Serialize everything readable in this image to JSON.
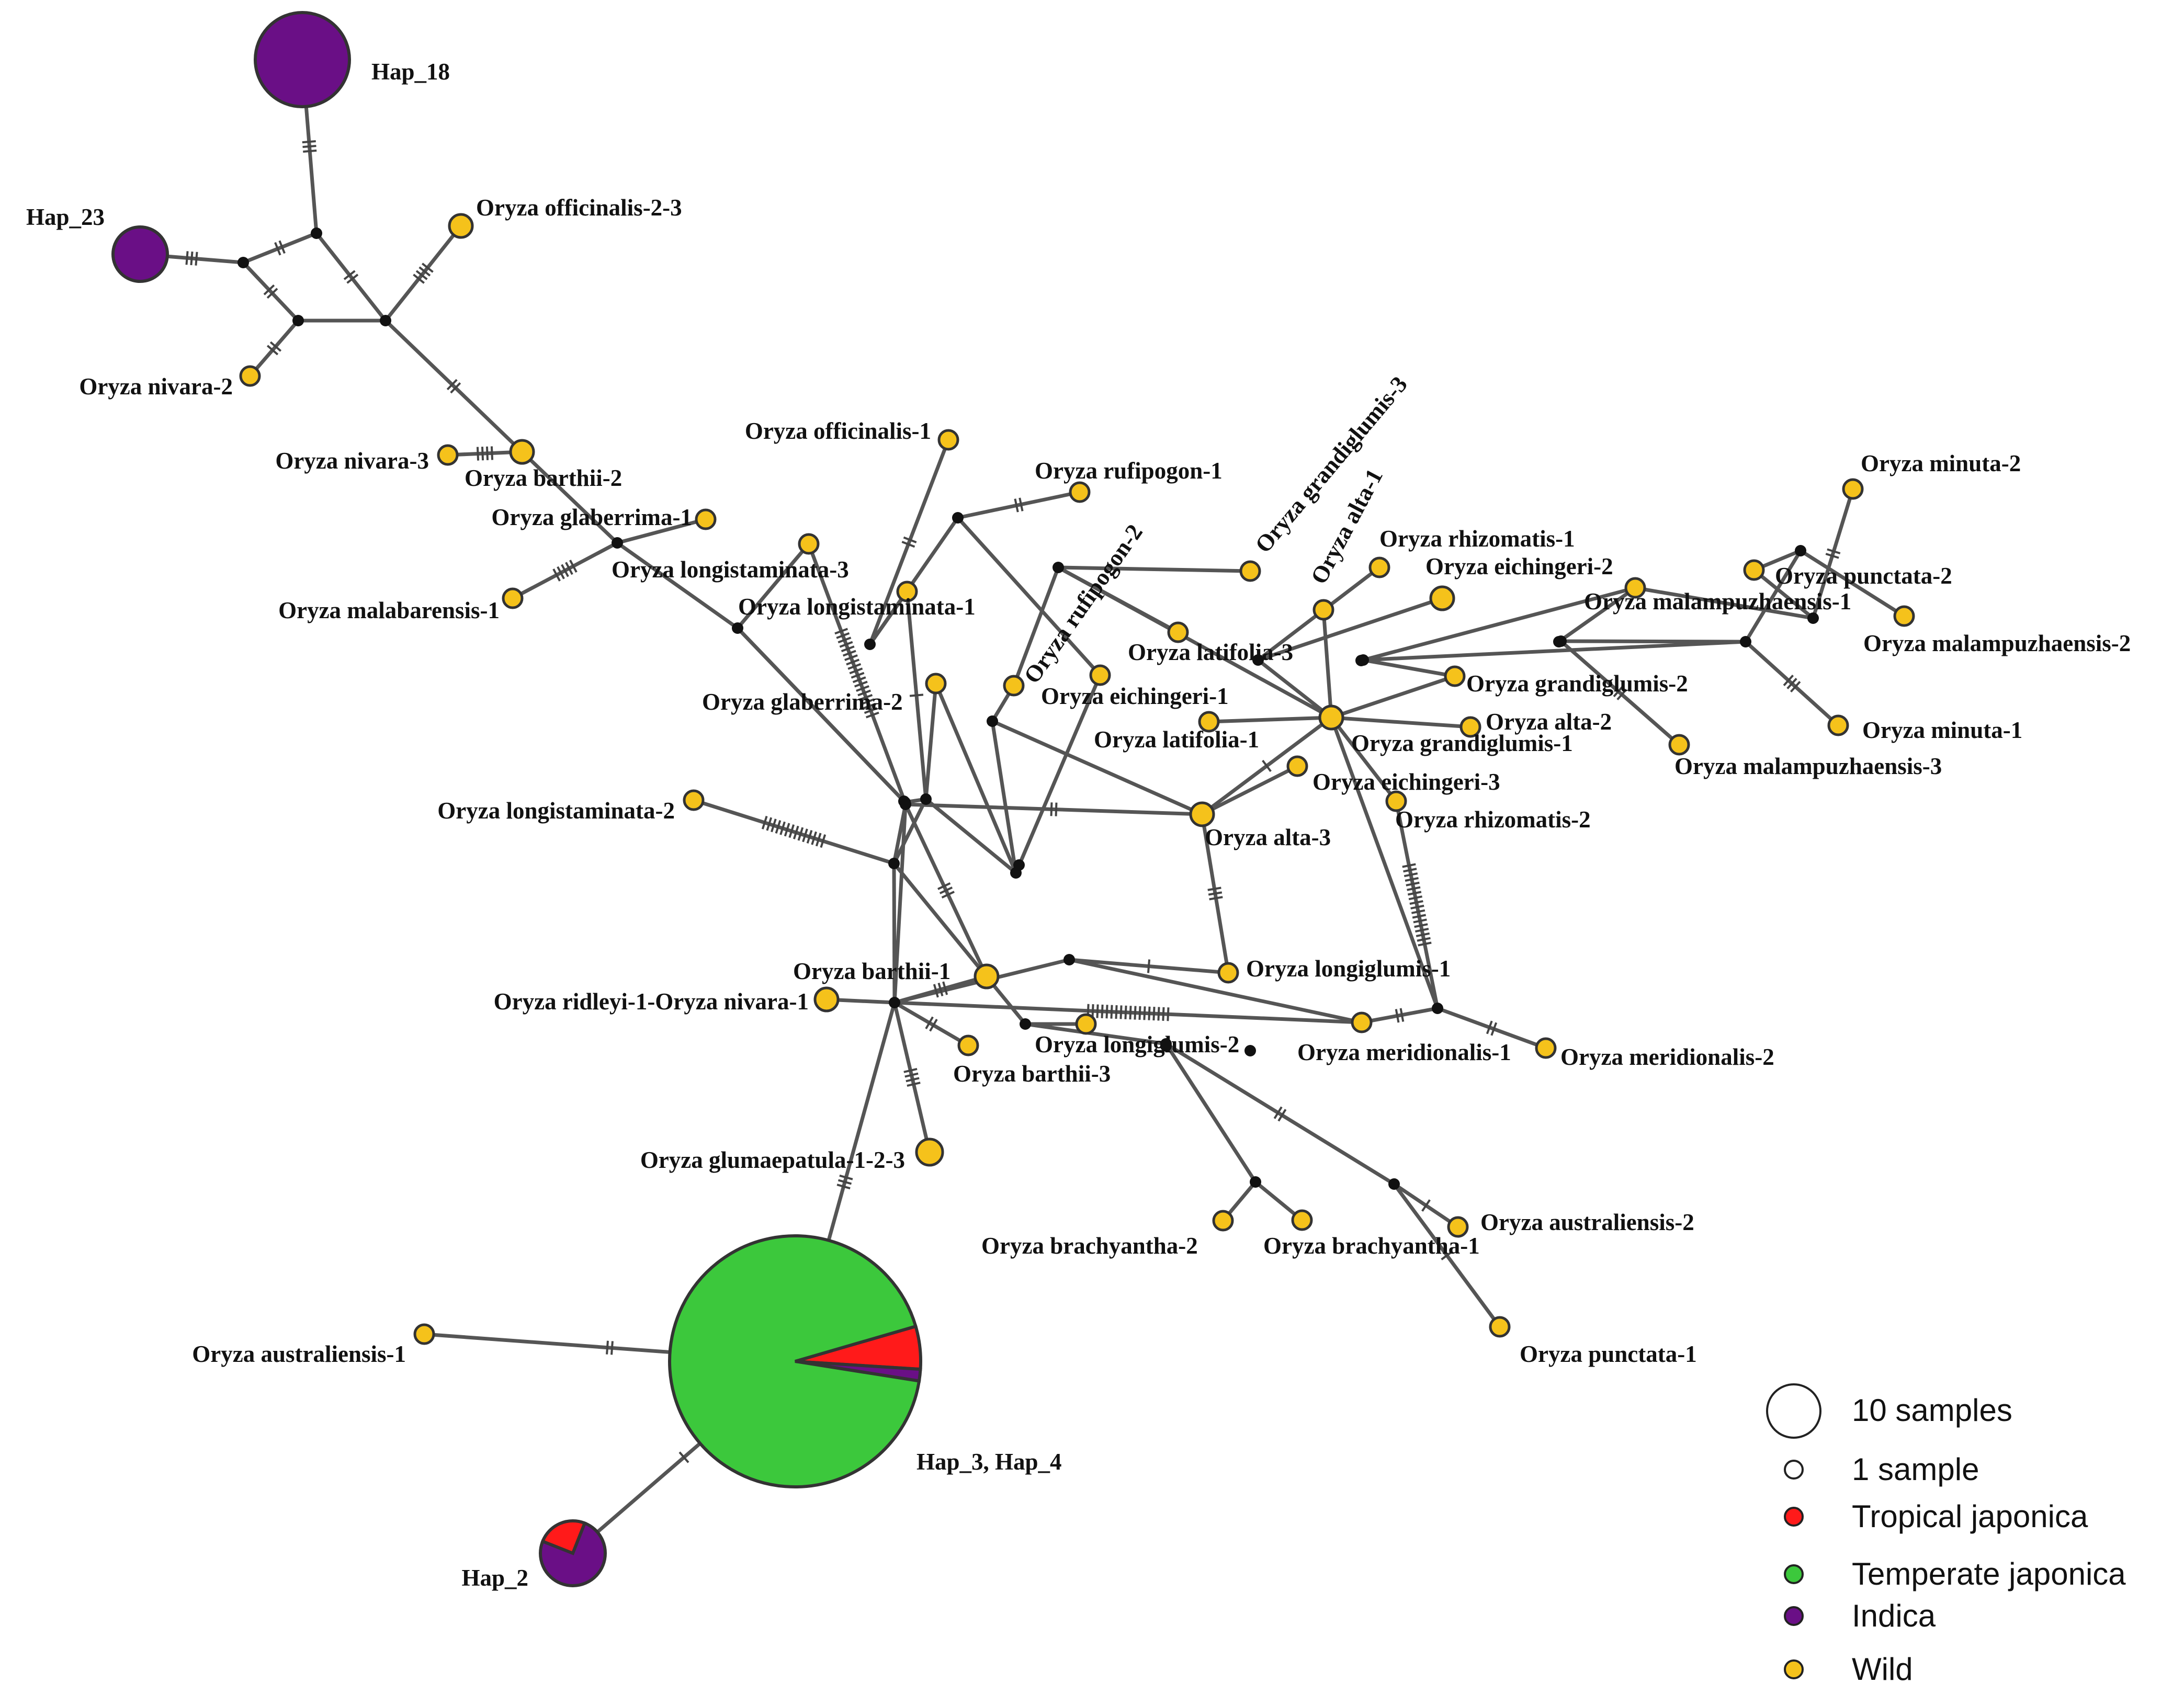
{
  "colors": {
    "tropical_japonica": "#ff1a1a",
    "temperate_japonica": "#3cc83c",
    "indica": "#6a0f86",
    "wild": "#f5c21b",
    "junction": "#111111",
    "edge": "#555555"
  },
  "haplotypes": [
    {
      "id": "hap18",
      "label": "Hap_18",
      "composition": [
        {
          "group": "indica",
          "fraction": 1
        }
      ]
    },
    {
      "id": "hap23",
      "label": "Hap_23",
      "composition": [
        {
          "group": "indica",
          "fraction": 1
        }
      ]
    },
    {
      "id": "hap34",
      "label": "Hap_3, Hap_4",
      "composition": [
        {
          "group": "temperate_japonica",
          "fraction": 0.93
        },
        {
          "group": "tropical_japonica",
          "fraction": 0.055
        },
        {
          "group": "indica",
          "fraction": 0.015
        }
      ]
    },
    {
      "id": "hap2",
      "label": "Hap_2",
      "composition": [
        {
          "group": "indica",
          "fraction": 0.75
        },
        {
          "group": "tropical_japonica",
          "fraction": 0.25
        }
      ]
    }
  ],
  "wild_nodes": [
    {
      "id": "off23",
      "label": "Oryza officinalis-2-3"
    },
    {
      "id": "niv2",
      "label": "Oryza nivara-2"
    },
    {
      "id": "niv3",
      "label": "Oryza nivara-3"
    },
    {
      "id": "bar2",
      "label": "Oryza barthii-2"
    },
    {
      "id": "glab1",
      "label": "Oryza glaberrima-1"
    },
    {
      "id": "mala1",
      "label": "Oryza malabarensis-1"
    },
    {
      "id": "lon3",
      "label": "Oryza longistaminata-3"
    },
    {
      "id": "lon1",
      "label": "Oryza longistaminata-1"
    },
    {
      "id": "off1",
      "label": "Oryza officinalis-1"
    },
    {
      "id": "ruf1",
      "label": "Oryza rufipogon-1"
    },
    {
      "id": "ruf2",
      "label": "Oryza rufipogon-2"
    },
    {
      "id": "glab2",
      "label": "Oryza glaberrima-2"
    },
    {
      "id": "lon2",
      "label": "Oryza longistaminata-2"
    },
    {
      "id": "eich1",
      "label": "Oryza eichingeri-1"
    },
    {
      "id": "lat3",
      "label": "Oryza latifolia-3"
    },
    {
      "id": "lat1",
      "label": "Oryza latifolia-1"
    },
    {
      "id": "gran3",
      "label": "Oryza grandiglumis-3"
    },
    {
      "id": "alta1",
      "label": "Oryza alta-1"
    },
    {
      "id": "rhiz1",
      "label": "Oryza rhizomatis-1"
    },
    {
      "id": "eich2",
      "label": "Oryza eichingeri-2"
    },
    {
      "id": "gran1",
      "label": "Oryza grandiglumis-1"
    },
    {
      "id": "gran2",
      "label": "Oryza grandiglumis-2"
    },
    {
      "id": "alta2",
      "label": "Oryza alta-2"
    },
    {
      "id": "eich3",
      "label": "Oryza eichingeri-3"
    },
    {
      "id": "rhiz2",
      "label": "Oryza rhizomatis-2"
    },
    {
      "id": "alta3",
      "label": "Oryza alta-3"
    },
    {
      "id": "minu2",
      "label": "Oryza minuta-2"
    },
    {
      "id": "punc2",
      "label": "Oryza punctata-2"
    },
    {
      "id": "malp1",
      "label": "Oryza malampuzhaensis-1"
    },
    {
      "id": "malp2",
      "label": "Oryza malampuzhaensis-2"
    },
    {
      "id": "minu1",
      "label": "Oryza minuta-1"
    },
    {
      "id": "malp3",
      "label": "Oryza malampuzhaensis-3"
    },
    {
      "id": "bar1",
      "label": "Oryza barthii-1"
    },
    {
      "id": "ridniv",
      "label": "Oryza ridleyi-1-Oryza nivara-1"
    },
    {
      "id": "bar3",
      "label": "Oryza barthii-3"
    },
    {
      "id": "long2",
      "label": "Oryza longiglumis-2"
    },
    {
      "id": "long1",
      "label": "Oryza longiglumis-1"
    },
    {
      "id": "meri1",
      "label": "Oryza meridionalis-1"
    },
    {
      "id": "meri2",
      "label": "Oryza meridionalis-2"
    },
    {
      "id": "glum",
      "label": "Oryza glumaepatula-1-2-3"
    },
    {
      "id": "brac2",
      "label": "Oryza brachyantha-2"
    },
    {
      "id": "brac1",
      "label": "Oryza brachyantha-1"
    },
    {
      "id": "aust2",
      "label": "Oryza australiensis-2"
    },
    {
      "id": "punc1",
      "label": "Oryza punctata-1"
    },
    {
      "id": "aust1",
      "label": "Oryza australiensis-1"
    }
  ],
  "legend": {
    "size_large": "10 samples",
    "size_small": "1 sample",
    "items": [
      {
        "label": "Tropical japonica",
        "group": "tropical_japonica"
      },
      {
        "label": "Temperate japonica",
        "group": "temperate_japonica"
      },
      {
        "label": "Indica",
        "group": "indica"
      },
      {
        "label": "Wild",
        "group": "wild"
      }
    ]
  }
}
